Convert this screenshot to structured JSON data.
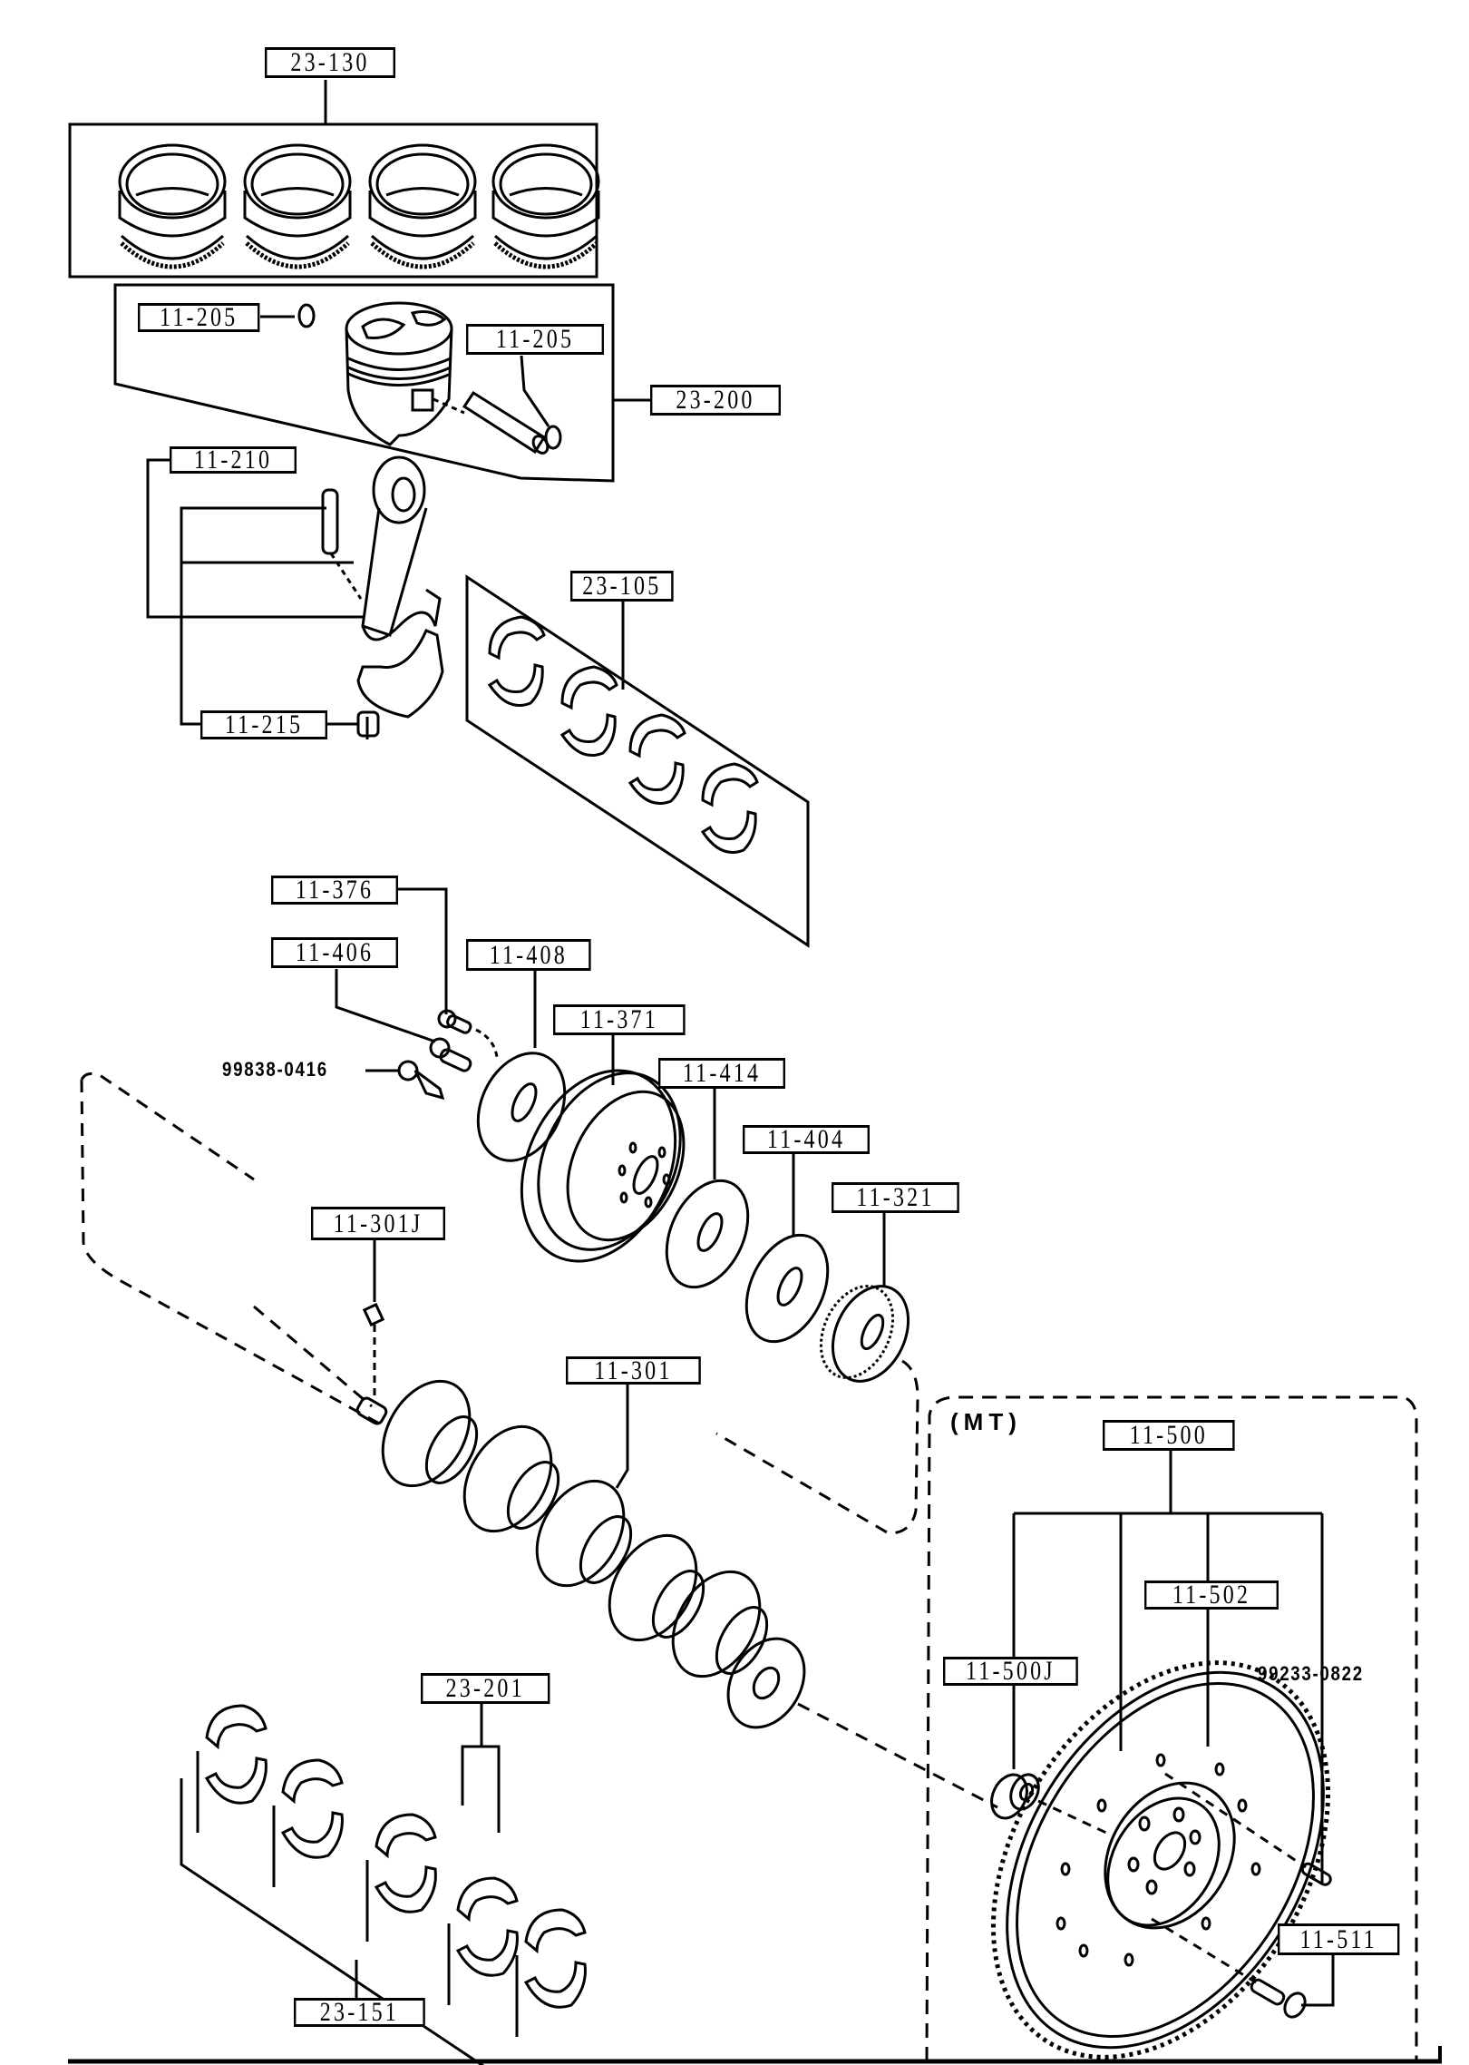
{
  "diagram": {
    "type": "exploded-parts-diagram",
    "subject": "Engine crankshaft, piston and flywheel assembly",
    "group_note": "(MT)",
    "callouts": {
      "piston_ring_set": "23-130",
      "snap_ring_left": "11-205",
      "snap_ring_right": "11-205",
      "piston_assembly": "23-200",
      "connecting_rod": "11-210",
      "connecting_rod_nut": "11-215",
      "rod_bearing_set": "23-105",
      "pulley_bolt": "11-376",
      "pulley_lock_bolt": "11-406",
      "pulley_screw": "99838-0416",
      "pulley_plate": "11-408",
      "crank_pulley": "11-371",
      "pulley_washer": "11-414",
      "pulley_plate_2": "11-404",
      "timing_pulley": "11-321",
      "crank_key": "11-301J",
      "crankshaft": "11-301",
      "thrust_bearing": "23-201",
      "main_bearing_set": "23-151",
      "flywheel_assembly": "11-500",
      "ring_gear": "11-502",
      "pilot_bearing": "11-500J",
      "dowel_pin": "99233-0822",
      "flywheel_bolt": "11-511"
    }
  }
}
